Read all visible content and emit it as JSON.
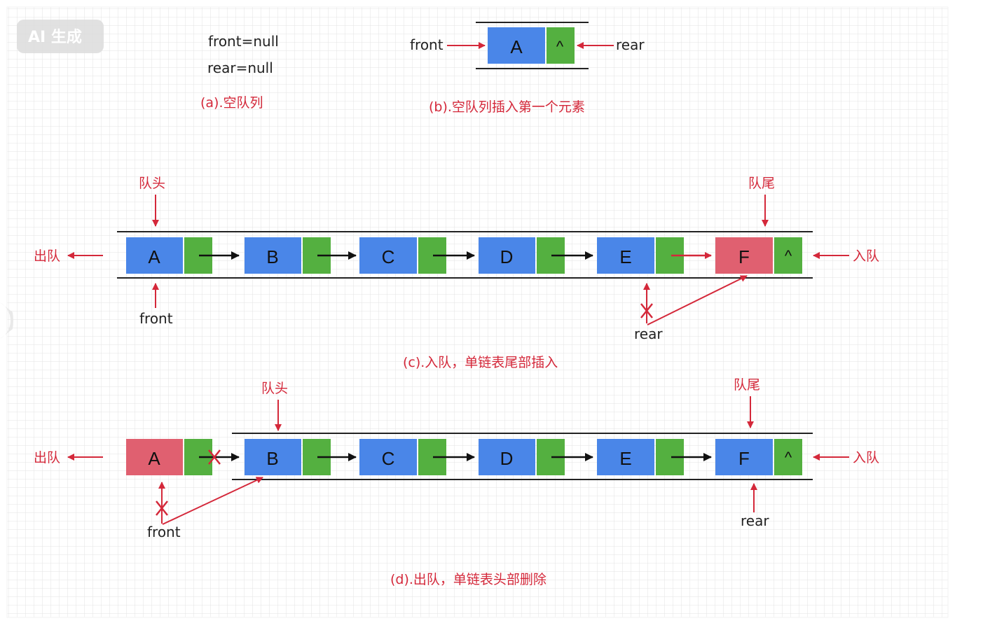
{
  "watermark": "AI 生成",
  "panel_a": {
    "front_null": "front=null",
    "rear_null": "rear=null",
    "caption": "(a).空队列"
  },
  "panel_b": {
    "node": "A",
    "null_mark": "^",
    "front": "front",
    "rear": "rear",
    "caption": "(b).空队列插入第一个元素"
  },
  "panel_c": {
    "nodes": [
      "A",
      "B",
      "C",
      "D",
      "E",
      "F"
    ],
    "null_mark": "^",
    "head_label": "队头",
    "tail_label": "队尾",
    "dequeue_label": "出队",
    "enqueue_label": "入队",
    "front": "front",
    "rear": "rear",
    "caption": "(c).入队，单链表尾部插入"
  },
  "panel_d": {
    "nodes": [
      "A",
      "B",
      "C",
      "D",
      "E",
      "F"
    ],
    "null_mark": "^",
    "head_label": "队头",
    "tail_label": "队尾",
    "dequeue_label": "出队",
    "enqueue_label": "入队",
    "front": "front",
    "rear": "rear",
    "caption": "(d).出队，单链表头部删除"
  },
  "colors": {
    "node_blue": "#4a86e8",
    "node_red": "#e06070",
    "pointer_green": "#54b040",
    "label_red": "#d4283a",
    "arrow_dark": "#111111"
  }
}
